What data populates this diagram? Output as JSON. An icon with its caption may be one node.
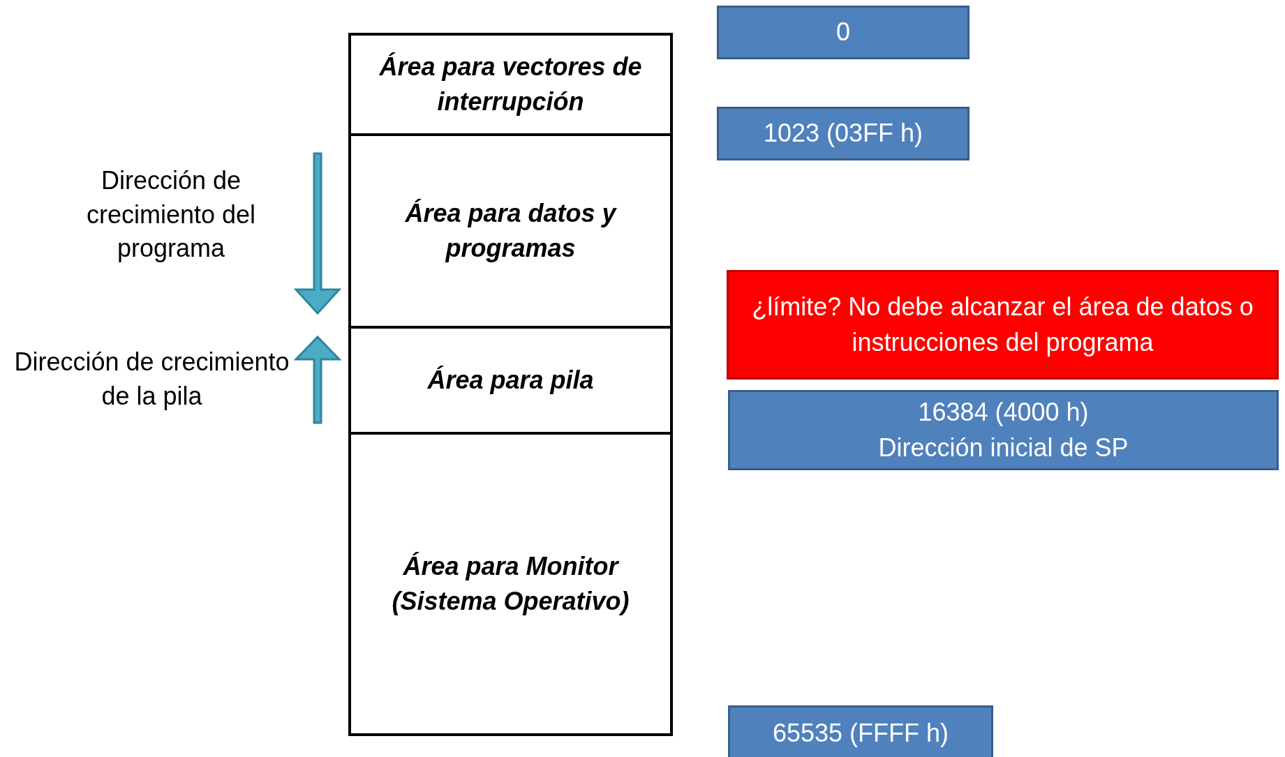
{
  "diagram": {
    "nodes": [
      {
        "text": [
          "Área para vectores de interrupción"
        ]
      },
      {
        "text": [
          "Área para datos y programas"
        ]
      },
      {
        "text": [
          "Área para pila"
        ]
      },
      {
        "text": [
          "Área para Monitor (Sistema Operativo)"
        ]
      },
      {
        "text": [
          "0"
        ]
      },
      {
        "text": [
          "1023 (03FF h)"
        ]
      },
      {
        "text": [
          "¿límite?  No debe alcanzar el área de datos o instrucciones del programa"
        ]
      },
      {
        "text": [
          "16384 (4000 h)",
          "Dirección inicial de SP"
        ]
      },
      {
        "text": [
          "65535 (FFFF h)"
        ]
      }
    ],
    "edges": [],
    "labels": [
      "Dirección de crecimiento del programa",
      "Dirección de crecimiento de la pila"
    ]
  }
}
